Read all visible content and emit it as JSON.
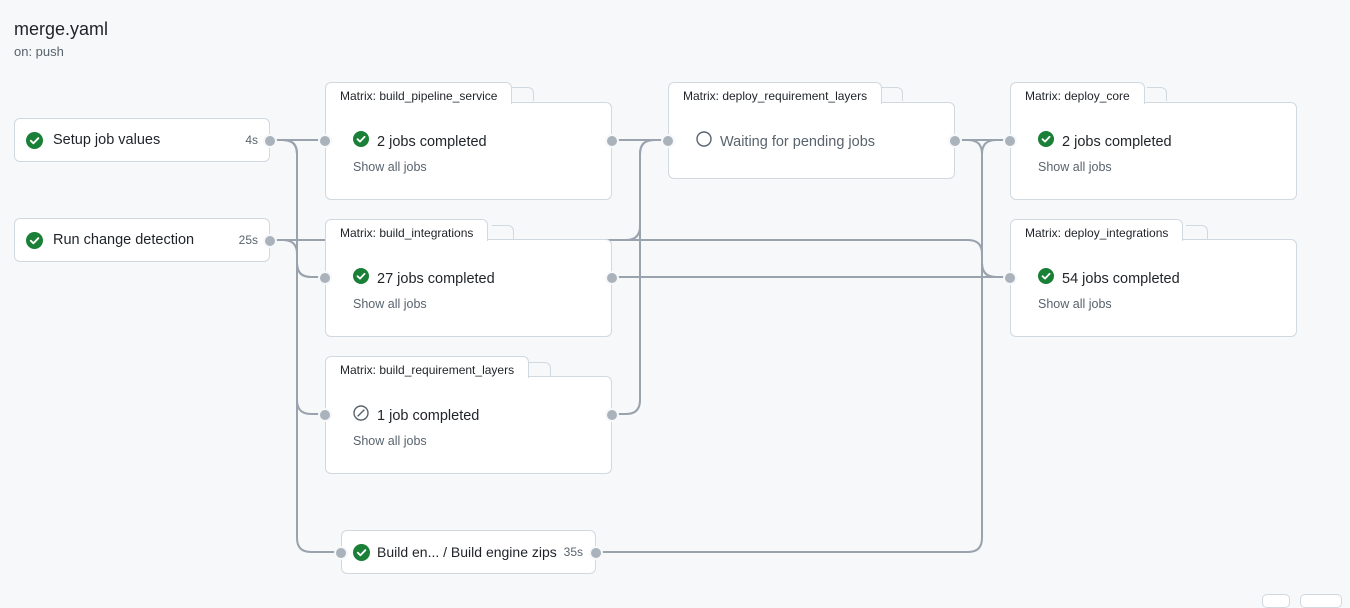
{
  "workflow": {
    "file": "merge.yaml",
    "trigger": "on: push"
  },
  "jobs": [
    {
      "label": "Setup job values",
      "duration": "4s",
      "status": "success"
    },
    {
      "label": "Run change detection",
      "duration": "25s",
      "status": "success"
    },
    {
      "label": "Build en...  / Build engine zips",
      "duration": "35s",
      "status": "success"
    }
  ],
  "matrices": [
    {
      "title": "Matrix: build_pipeline_service",
      "status_text": "2 jobs completed",
      "status": "success",
      "link": "Show all jobs"
    },
    {
      "title": "Matrix: build_integrations",
      "status_text": "27 jobs completed",
      "status": "success",
      "link": "Show all jobs"
    },
    {
      "title": "Matrix: build_requirement_layers",
      "status_text": "1 job completed",
      "status": "skipped",
      "link": "Show all jobs"
    },
    {
      "title": "Matrix: deploy_requirement_layers",
      "status_text": "Waiting for pending jobs",
      "status": "pending",
      "link": ""
    },
    {
      "title": "Matrix: deploy_core",
      "status_text": "2 jobs completed",
      "status": "success",
      "link": "Show all jobs"
    },
    {
      "title": "Matrix: deploy_integrations",
      "status_text": "54 jobs completed",
      "status": "success",
      "link": "Show all jobs"
    }
  ],
  "colors": {
    "success": "#1a7f37",
    "muted": "#59636e",
    "edge": "#9aa3ad",
    "border": "#d1d9e0"
  }
}
